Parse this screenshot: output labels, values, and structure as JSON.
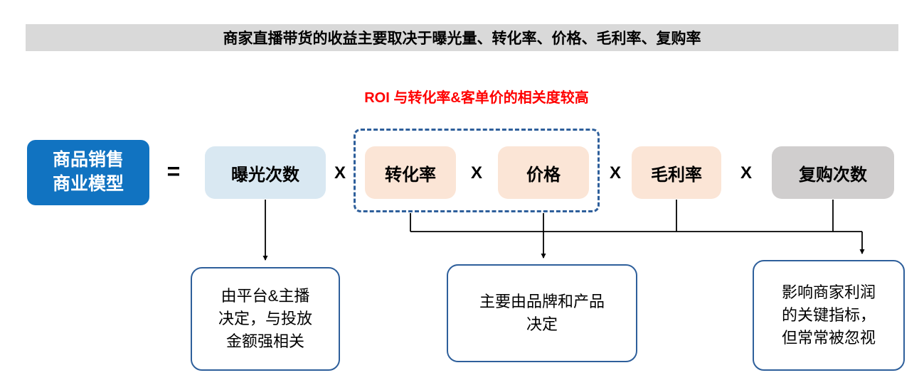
{
  "banner": {
    "text": "商家直播带货的收益主要取决于曝光量、转化率、价格、毛利率、复购率",
    "bg": "#d9d9d9"
  },
  "roi_note": {
    "text": "ROI 与转化率&客单价的相关度较高",
    "color": "#ff0000"
  },
  "formula": {
    "model_box": {
      "label": "商品销售\n商业模型",
      "bg": "#1173c1"
    },
    "equals": "=",
    "times": "X",
    "dashed_border_color": "#2e5f9b",
    "factors": [
      {
        "label": "曝光次数",
        "bg": "#d9e8f2"
      },
      {
        "label": "转化率",
        "bg": "#fbe5d6"
      },
      {
        "label": "价格",
        "bg": "#fbe5d6"
      },
      {
        "label": "毛利率",
        "bg": "#fbe5d6"
      },
      {
        "label": "复购次数",
        "bg": "#d0cece"
      }
    ]
  },
  "callouts": [
    {
      "text": "由平台&主播\n决定，与投放\n金额强相关"
    },
    {
      "text": "主要由品牌和产品\n决定"
    },
    {
      "text": "影响商家利润\n的关键指标，\n但常常被忽视"
    }
  ],
  "connector_color": "#000000",
  "callout_border_color": "#2e5f9b"
}
